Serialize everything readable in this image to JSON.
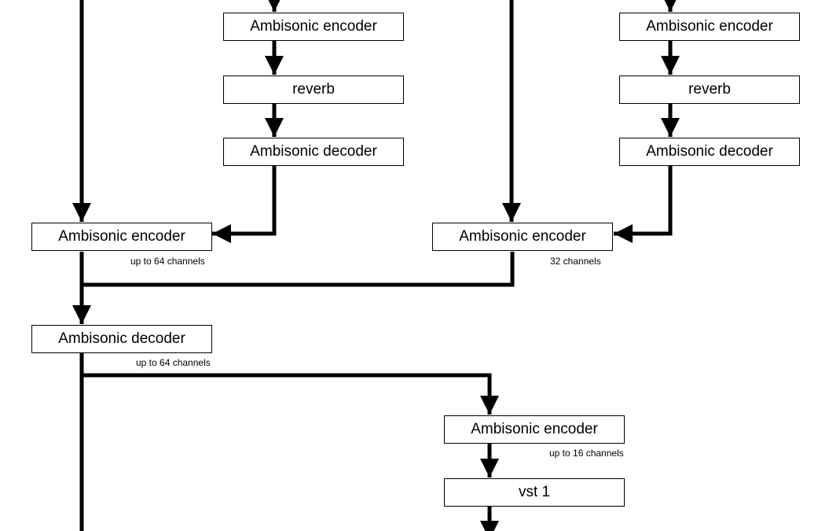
{
  "blocks": {
    "encoder_mid_top": "Ambisonic encoder",
    "reverb_mid": "reverb",
    "decoder_mid": "Ambisonic decoder",
    "encoder_right_top": "Ambisonic encoder",
    "reverb_right": "reverb",
    "decoder_right": "Ambisonic decoder",
    "encoder_left": "Ambisonic encoder",
    "encoder_center": "Ambisonic encoder",
    "decoder_main": "Ambisonic decoder",
    "encoder_lower": "Ambisonic encoder",
    "vst1": "vst 1"
  },
  "notes": {
    "left_encoder_channels": "up to 64 channels",
    "center_encoder_channels": "32 channels",
    "decoder_channels": "up to 64 channels",
    "lower_encoder_channels": "up to 16 channels"
  },
  "colors": {
    "line": "#000000",
    "box_border": "#000000",
    "box_fill": "#ffffff"
  }
}
